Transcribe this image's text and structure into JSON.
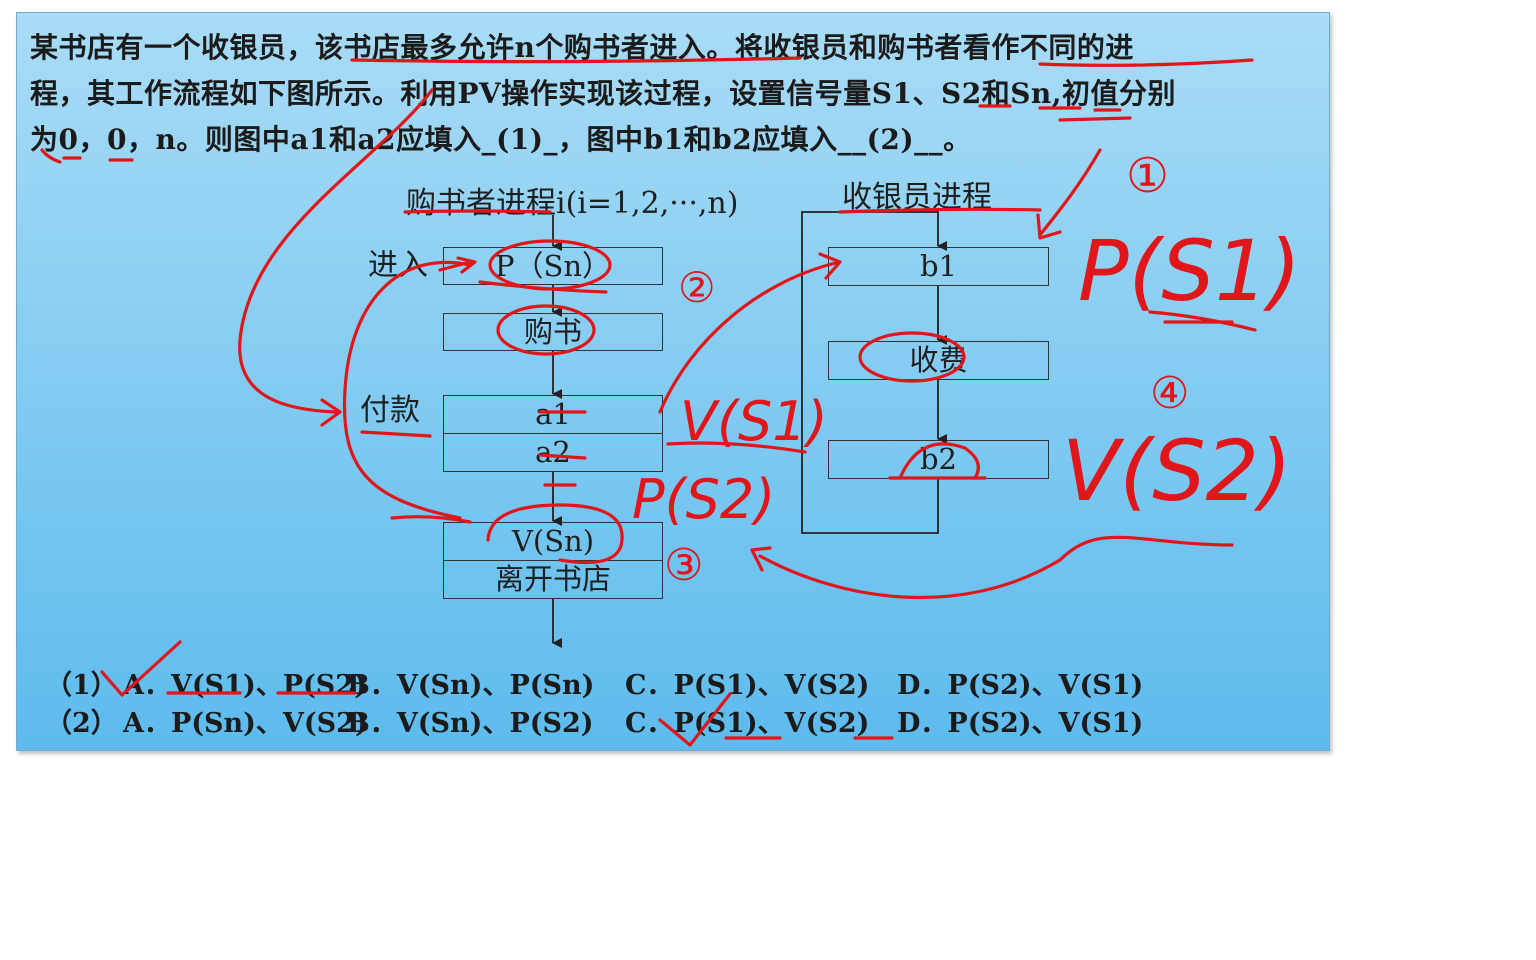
{
  "question": {
    "line1": "某书店有一个收银员，该书店最多允许n个购书者进入。将收银员和购书者看作不同的进",
    "line2": "程，其工作流程如下图所示。利用PV操作实现该过程，设置信号量S1、S2和Sn,初值分别",
    "line3": "为0，0，n。则图中a1和a2应填入_(1)_，图中b1和b2应填入__(2)__。"
  },
  "buyer": {
    "title": "购书者进程i(i=1,2,···,n)",
    "enter_label": "进入",
    "pay_label": "付款",
    "steps": [
      "P（Sn）",
      "购书",
      "a1",
      "a2",
      "V(Sn)",
      "离开书店"
    ]
  },
  "cashier": {
    "title": "收银员进程",
    "steps": [
      "b1",
      "收费",
      "b2"
    ]
  },
  "options": {
    "q1": {
      "num": "（1）",
      "A": "A．V(S1)、P(S2)",
      "B": "B．V(Sn)、P(Sn)",
      "C": "C．P(S1)、V(S2)",
      "D": "D．P(S2)、V(S1)"
    },
    "q2": {
      "num": "（2）",
      "A": "A．P(Sn)、V(S2)",
      "B": "B．V(Sn)、P(S2)",
      "C": "C．P(S1)、V(S2)",
      "D": "D．P(S2)、V(S1)"
    }
  },
  "annotations": {
    "n1": "①",
    "n2": "②",
    "n3": "③",
    "n4": "④",
    "p_s1": "P(S1)",
    "v_s1": "V(S1)",
    "p_s2": "P(S2)",
    "v_s2": "V(S2)"
  },
  "colors": {
    "ink": "#e0161b",
    "slide_top": "#a9dcf6",
    "slide_bottom": "#5dbbed"
  }
}
